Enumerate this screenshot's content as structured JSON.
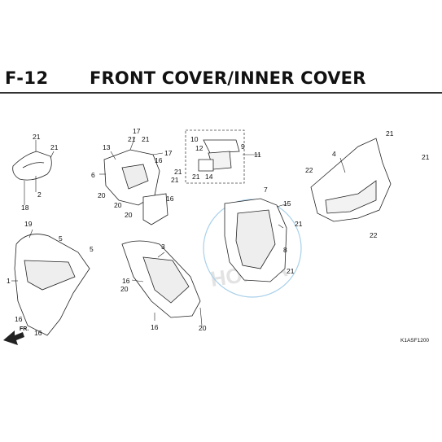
{
  "section": {
    "code": "F-12",
    "title": "FRONT COVER/INNER COVER"
  },
  "diagram_code": "K1ASF1200",
  "direction_label": "FR.",
  "watermark": "HONDA",
  "callouts": {
    "c21a": "21",
    "c21b": "21",
    "c2": "2",
    "c18": "18",
    "c17": "17",
    "c21c": "21",
    "c21d": "21",
    "c13": "13",
    "c17b": "17",
    "c16a": "16",
    "c6": "6",
    "c21e": "21",
    "c21f": "21",
    "c16b": "16",
    "c20a": "20",
    "c20b": "20",
    "c20c": "20",
    "c10": "10",
    "c9": "9",
    "c12": "12",
    "c11": "11",
    "c21g": "21",
    "c14": "14",
    "c7": "7",
    "c15": "15",
    "c21h": "21",
    "c8": "8",
    "c21i": "21",
    "c21j": "21",
    "c4": "4",
    "c22a": "22",
    "c21k": "21",
    "c22b": "22",
    "c19": "19",
    "c5a": "5",
    "c5b": "5",
    "c1": "1",
    "c16c": "16",
    "c16d": "16",
    "c3": "3",
    "c16e": "16",
    "c20d": "20",
    "c16f": "16",
    "c20e": "20"
  },
  "colors": {
    "circle": "#a8d0ea",
    "line": "#222222",
    "watermark": "#dddddd"
  }
}
